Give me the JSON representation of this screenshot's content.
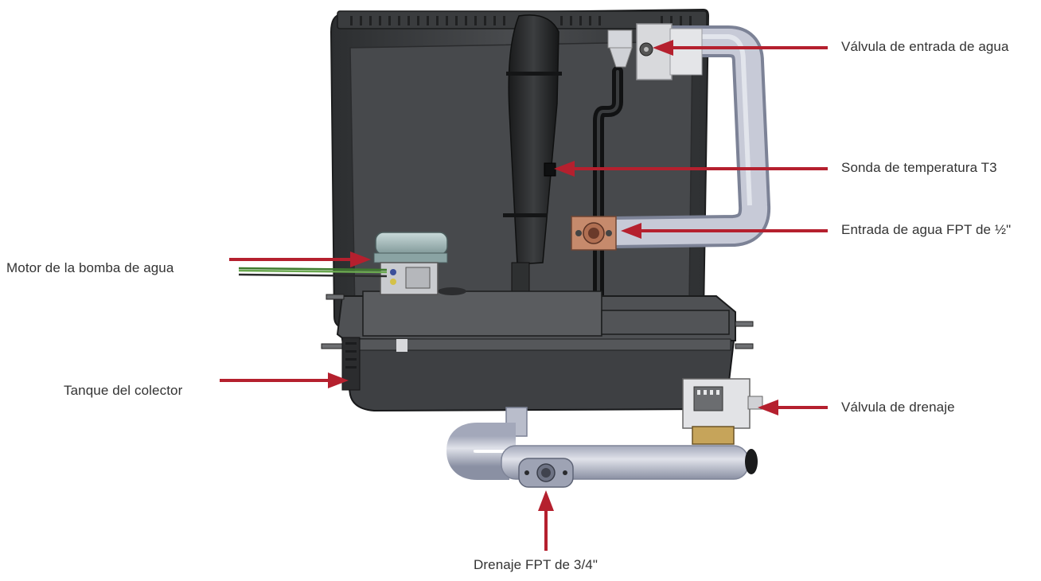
{
  "labels": {
    "valvula_entrada": "Válvula de entrada de agua",
    "sonda_temperatura": "Sonda de temperatura T3",
    "entrada_agua": "Entrada de agua FPT de ½\"",
    "motor_bomba": "Motor de la bomba de agua",
    "tanque_colector": "Tanque del colector",
    "valvula_drenaje": "Válvula de drenaje",
    "drenaje": "Drenaje FPT de 3/4\""
  },
  "colors": {
    "arrow": "#b5202e",
    "housing": "#3e4042",
    "housing_edge": "#1d1e1f",
    "pipe": "#c4c8d6",
    "pipe_shade": "#9ea3b5",
    "copper": "#c98a6a",
    "motor": "#9fb7b8"
  }
}
